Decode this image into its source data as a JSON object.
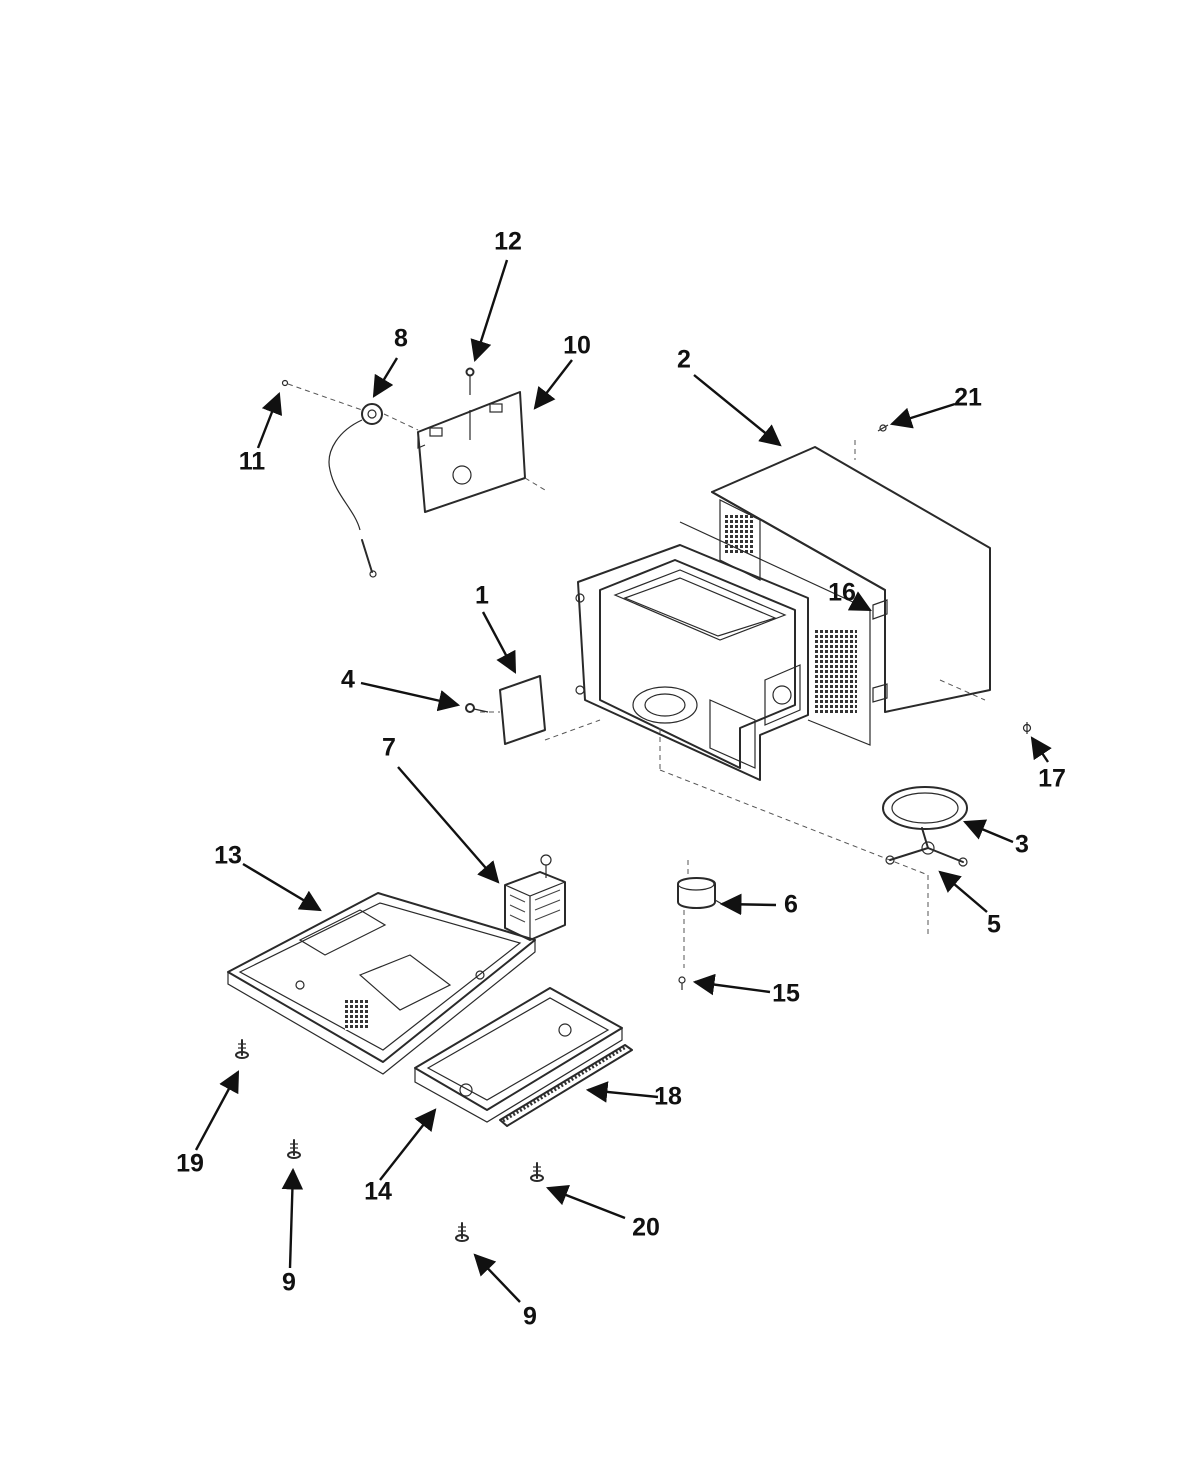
{
  "callouts": {
    "c1": "1",
    "c2": "2",
    "c3": "3",
    "c4": "4",
    "c5": "5",
    "c6": "6",
    "c7": "7",
    "c8": "8",
    "c9a": "9",
    "c9b": "9",
    "c10": "10",
    "c11": "11",
    "c12": "12",
    "c13": "13",
    "c14": "14",
    "c15": "15",
    "c16": "16",
    "c17": "17",
    "c18": "18",
    "c19": "19",
    "c20": "20",
    "c21": "21"
  }
}
